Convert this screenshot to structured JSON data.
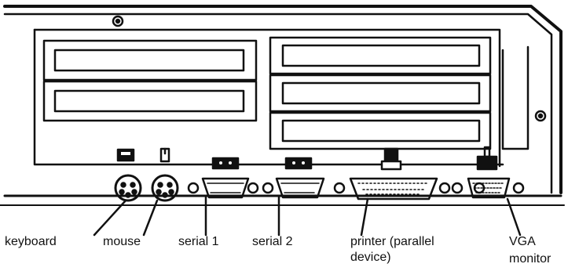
{
  "labels": {
    "keyboard": "keyboard",
    "mouse": "mouse",
    "serial1": "serial 1",
    "serial2": "serial 2",
    "printer_line1": "printer (parallel",
    "printer_line2": "device)",
    "vga_line1": "VGA",
    "vga_line2": "monitor"
  },
  "colors": {
    "ink": "#111111",
    "paper": "#ffffff"
  }
}
